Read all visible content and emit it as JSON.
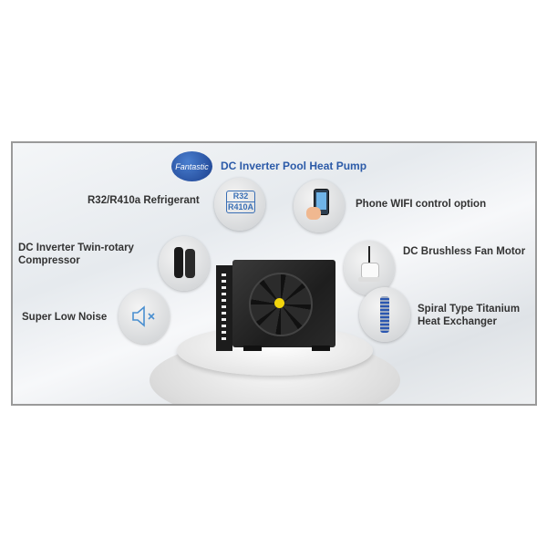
{
  "logo": "Fantastic",
  "title": "DC Inverter Pool Heat Pump",
  "features": {
    "refrigerant": "R32/R410a Refrigerant",
    "refrigerant_icon_top": "R32",
    "refrigerant_icon_bottom": "R410A",
    "wifi": "Phone WIFI control option",
    "compressor": "DC Inverter Twin-rotary Compressor",
    "fan": "DC Brushless Fan Motor",
    "noise": "Super Low Noise",
    "exchanger": "Spiral Type Titanium Heat Exchanger"
  }
}
